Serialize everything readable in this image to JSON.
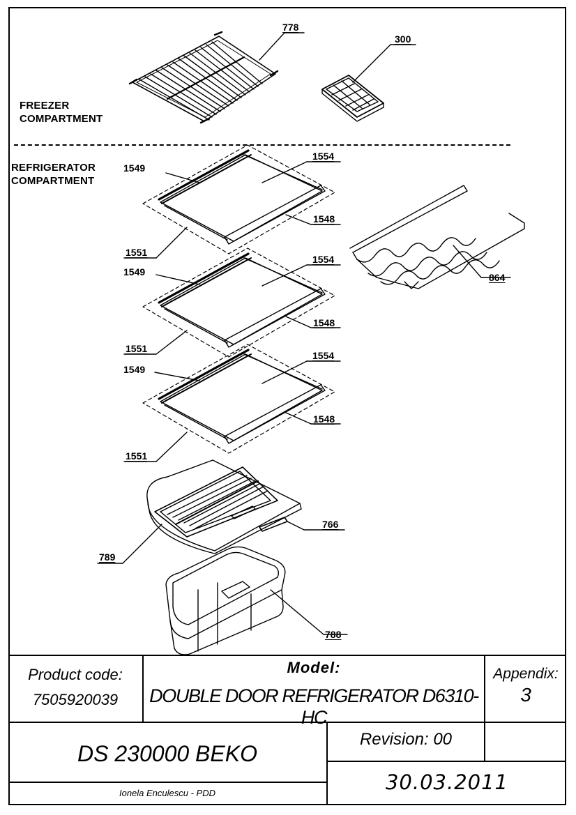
{
  "sections": {
    "freezer_line1": "FREEZER",
    "freezer_line2": "COMPARTMENT",
    "fridge_line1": "REFRIGERATOR",
    "fridge_line2": "COMPARTMENT"
  },
  "callouts": {
    "wire_shelf": "778",
    "ice_tray": "300",
    "shelf1_rear_profile": "1549",
    "shelf1_glass": "1554",
    "shelf1_front_profile": "1548",
    "shelf1_assembly": "1551",
    "shelf2_rear_profile": "1549",
    "shelf2_glass": "1554",
    "shelf2_front_profile": "1548",
    "shelf2_assembly": "1551",
    "shelf3_rear_profile": "1549",
    "shelf3_glass": "1554",
    "shelf3_front_profile": "1548",
    "shelf3_assembly": "1551",
    "bottle_rack": "864",
    "crisper_cover_frame": "766",
    "crisper_cover": "789",
    "crisper": "788"
  },
  "title_block": {
    "product_code_label": "Product code:",
    "product_code_value": "7505920039",
    "model_label": "Model:",
    "model_value": "DOUBLE DOOR REFRIGERATOR D6310-HC",
    "appendix_label": "Appendix:",
    "appendix_value": "3",
    "document_code": "DS 230000 BEKO",
    "revision": "Revision: 00",
    "author": "Ionela Enculescu - PDD",
    "date": "30.03.2011"
  }
}
